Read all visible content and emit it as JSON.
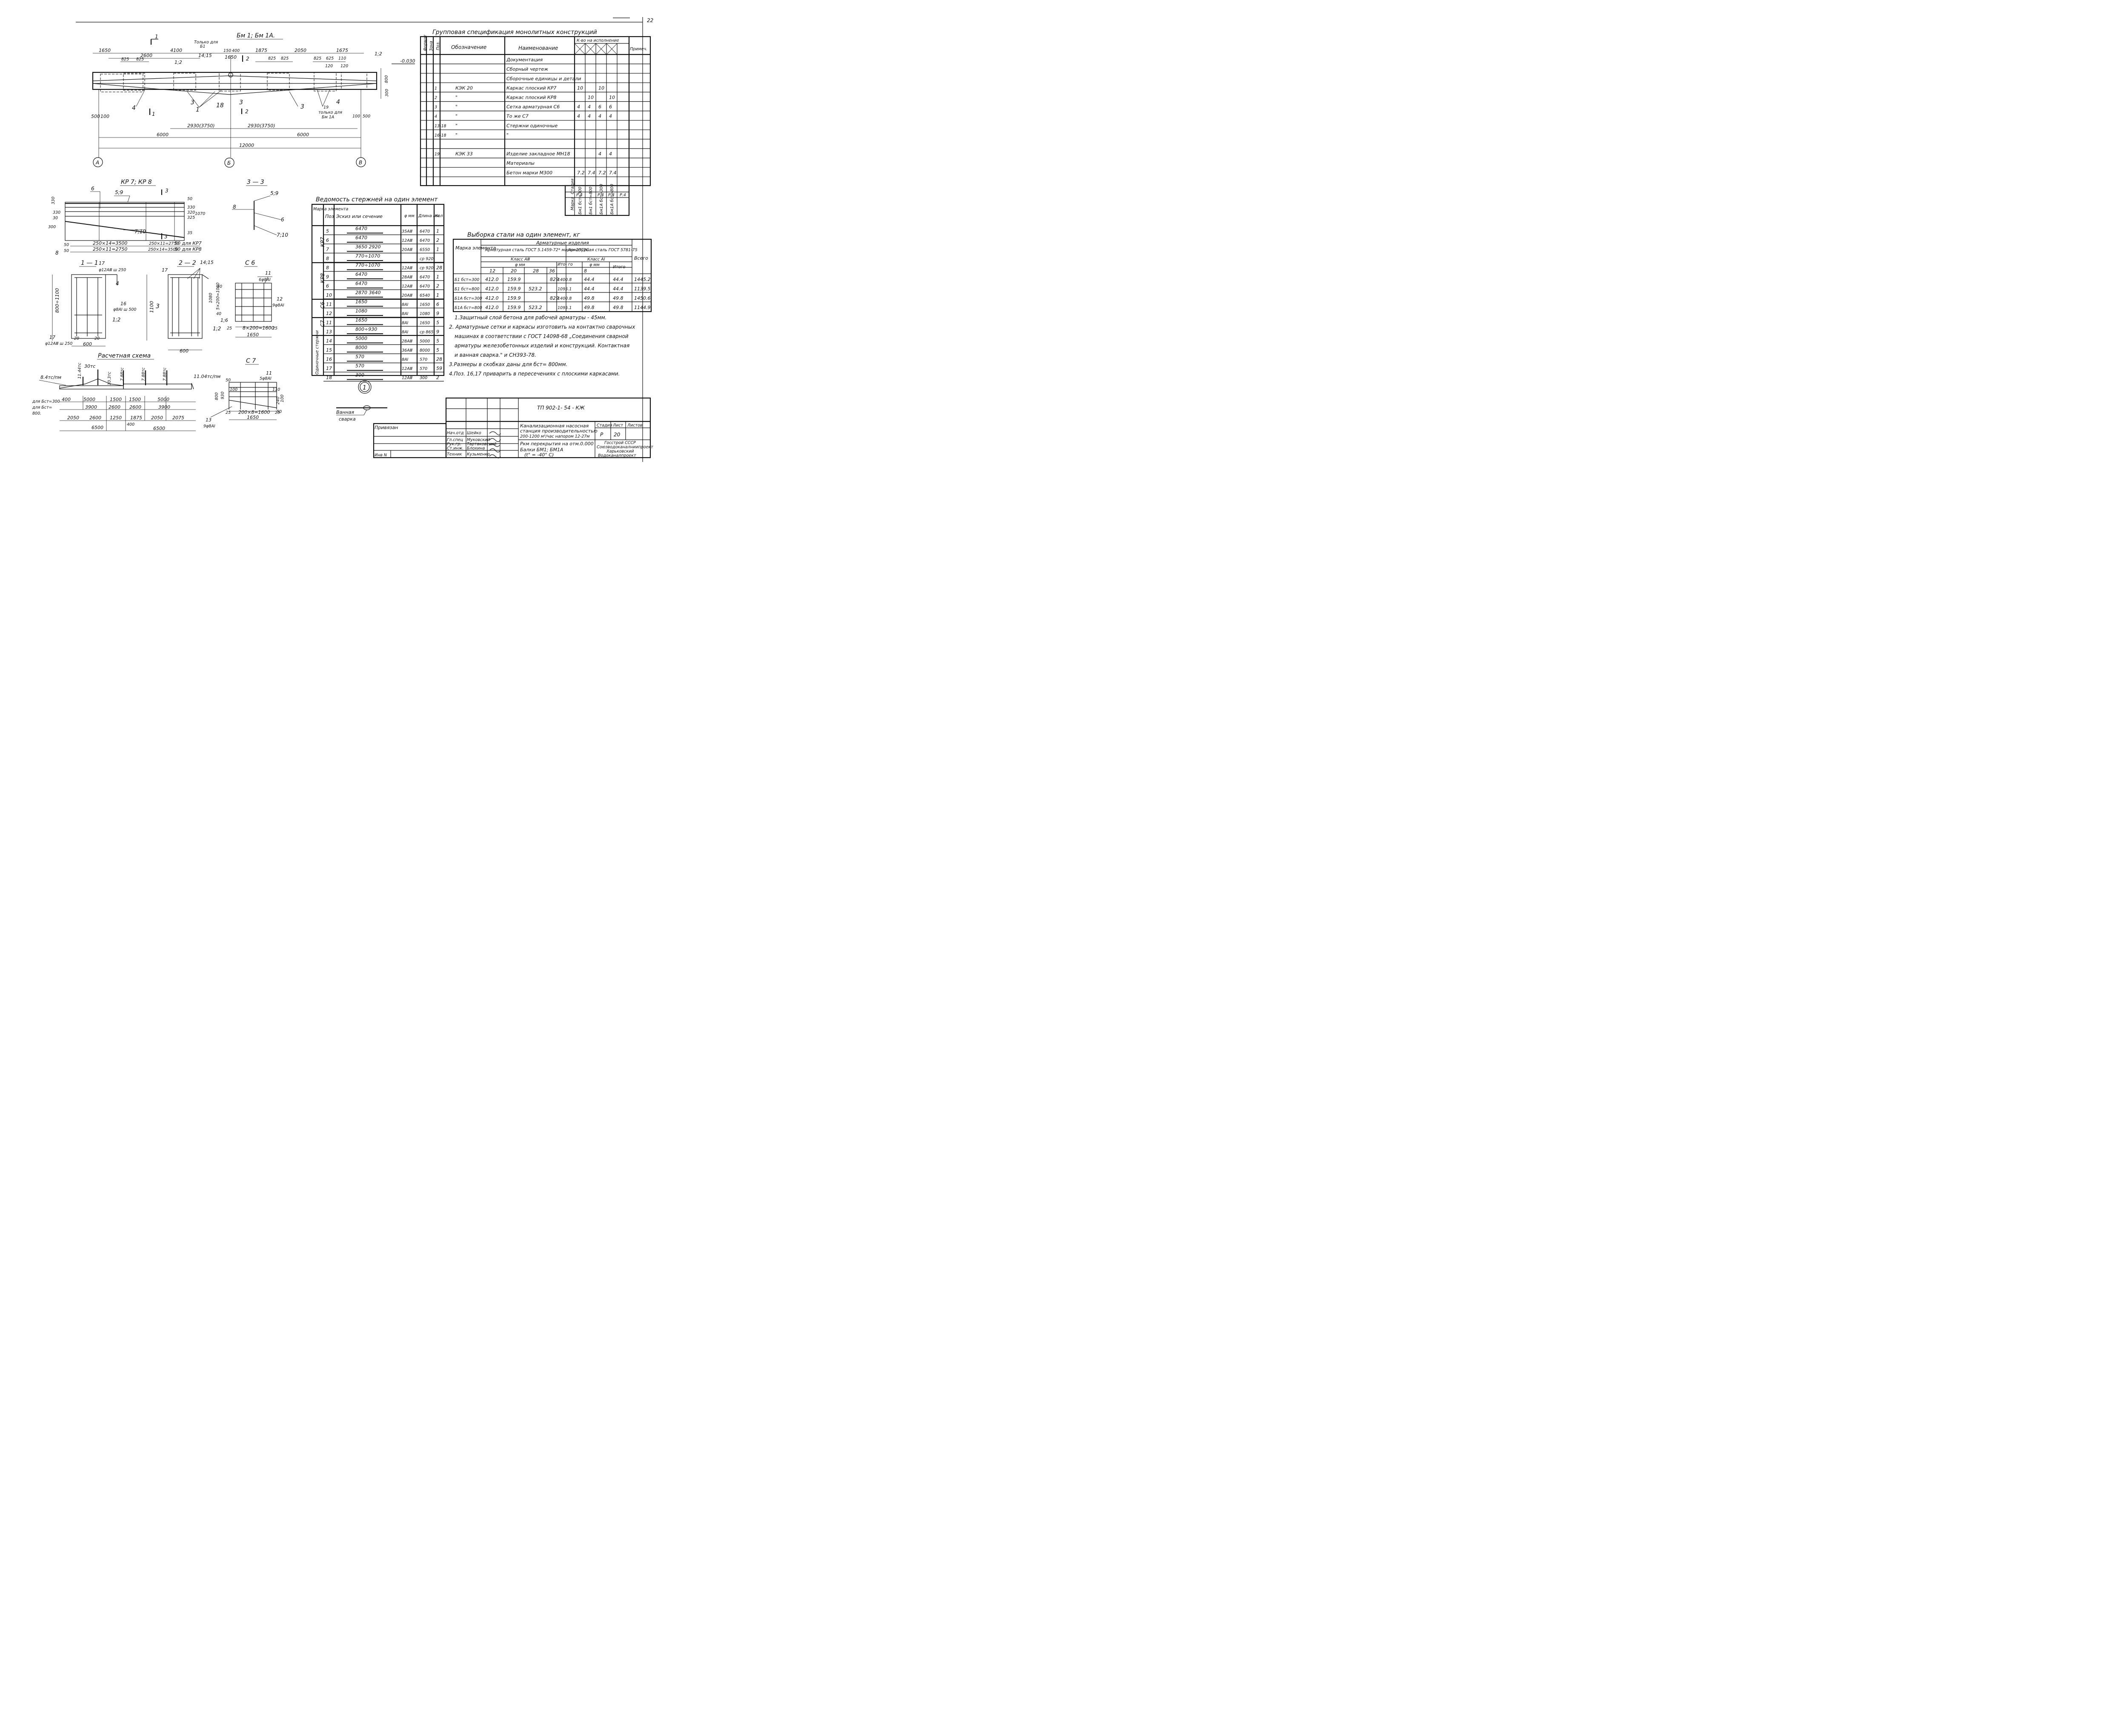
{
  "page": {
    "number": "22",
    "corner_mark": "—"
  },
  "beam": {
    "title": "Бм 1; Бм 1А.",
    "section_mark": "1",
    "dims_top": [
      "1650",
      "4100",
      "2600",
      "825",
      "825",
      "150",
      "400",
      "1650",
      "1875",
      "2050",
      "1675",
      "825",
      "825",
      "825",
      "625",
      "110",
      "120",
      "120"
    ],
    "note_only": "Только для",
    "note_only2": "Б1",
    "mark_1415": "14;15",
    "mark_12a": "1;2",
    "mark_12b": "1;2",
    "mark_2": "2",
    "level": "-0.030",
    "height_800": "800",
    "height_300": "300",
    "parts": [
      "4",
      "3",
      "1",
      "18",
      "3",
      "3",
      "19",
      "4"
    ],
    "note_for_bm1a": "только для",
    "note_for_bm1a2": "Бм 1А",
    "dims_lower": [
      "500",
      "100",
      "2930(3750)",
      "2930(3750)",
      "6000",
      "6000",
      "12000",
      "100",
      "500"
    ],
    "axes": [
      "А",
      "Б",
      "В"
    ]
  },
  "kr": {
    "title": "КР 7; КР 8",
    "marks": [
      "6",
      "5;9",
      "3",
      "3",
      "7;10",
      "8"
    ],
    "dims": [
      "330",
      "325",
      "50",
      "330",
      "320",
      "325",
      "1070",
      "35",
      "300",
      "330",
      "30",
      "50",
      "50"
    ],
    "dims_bottom": [
      "250×14=3500",
      "250×11=2750",
      "50 для КР7",
      "250×11=2750",
      "250×14=3500",
      "50 для КР8"
    ]
  },
  "sec33": {
    "title": "3 — 3",
    "marks": [
      "5;9",
      "8",
      "6",
      "7;10"
    ]
  },
  "sec11": {
    "title": "1 — 1",
    "marks": [
      "17",
      "φ12АⅢ ш 250",
      "4",
      "16",
      "φ8АⅠ ш 500",
      "1;2",
      "17",
      "φ12АⅢ ш 250"
    ],
    "dims": [
      "800÷1100",
      "20",
      "20",
      "600"
    ]
  },
  "sec22": {
    "title": "2 — 2",
    "marks": [
      "17",
      "14;15",
      "3",
      "1;6",
      "1;2"
    ],
    "dims": [
      "1100",
      "1080",
      "40",
      "5×200=1000",
      "40",
      "600"
    ]
  },
  "c6": {
    "title": "С 6",
    "marks": [
      "11",
      "6φ8АⅠ",
      "12",
      "9φ8АⅠ"
    ],
    "dims": [
      "25",
      "8×200=1600",
      "25",
      "1650"
    ]
  },
  "c7": {
    "title": "С 7",
    "marks": [
      "11",
      "5φ8АⅠ",
      "13",
      "9φ8АⅠ"
    ],
    "dims": [
      "800",
      "930",
      "100",
      "110",
      "240",
      "100",
      "25",
      "200×8=1600",
      "25",
      "1650",
      "50",
      "50"
    ]
  },
  "calc": {
    "title": "Расчетная схема",
    "loads": [
      "8.4тс/пм",
      "11.44тс",
      "30тс",
      "10.3тс",
      "7.88тс",
      "7.88тс",
      "7.88тс",
      "11.04тс/пм"
    ],
    "label1": "для Бст=300",
    "label2": "для Бст=",
    "label3": "800.",
    "row1": [
      "400",
      "5000",
      "1500",
      "1500",
      "5000"
    ],
    "row2": [
      "3900",
      "2600",
      "2600",
      "3900"
    ],
    "row3": [
      "2050",
      "2600",
      "1250",
      "1875",
      "2050",
      "2075"
    ],
    "row4": [
      "6500",
      "400",
      "6500"
    ]
  },
  "weld": {
    "label1": "Ванная",
    "label2": "сварка"
  },
  "circle_mark": "1",
  "spec": {
    "title": "Групповая спецификация монолитных конструкций",
    "h_format": "Формат",
    "h_zone": "Зона",
    "h_pos": "Поз.",
    "h_designation": "Обозначение",
    "h_name": "Наименование",
    "h_qty": "К-во на исполнение",
    "h_note": "Примеч.",
    "rows": [
      {
        "pos": "",
        "des": "",
        "name": "Документация",
        "q": [
          "",
          "",
          "",
          ""
        ]
      },
      {
        "pos": "",
        "des": "",
        "name": "Сборный чертеж",
        "q": [
          "",
          "",
          "",
          ""
        ]
      },
      {
        "pos": "",
        "des": "",
        "name": "Сборочные единицы и детали",
        "q": [
          "",
          "",
          "",
          ""
        ]
      },
      {
        "pos": "1",
        "des": "КЭК 20",
        "name": "Каркас плоский КР7",
        "q": [
          "10",
          "",
          "10",
          ""
        ]
      },
      {
        "pos": "2",
        "des": "\"",
        "name": "Каркас плоский КР8",
        "q": [
          "",
          "10",
          "",
          "10"
        ]
      },
      {
        "pos": "3",
        "des": "\"",
        "name": "Сетка арматурная С6",
        "q": [
          "4",
          "4",
          "6",
          "6"
        ]
      },
      {
        "pos": "4",
        "des": "\"",
        "name": "То же С7",
        "q": [
          "4",
          "4",
          "4",
          "4"
        ]
      },
      {
        "pos": "13-18",
        "des": "\"",
        "name": "Стержни одиночные",
        "q": [
          "",
          "",
          "",
          ""
        ]
      },
      {
        "pos": "16-18",
        "des": "\"",
        "name": "\"",
        "q": [
          "",
          "",
          "",
          ""
        ]
      },
      {
        "pos": "",
        "des": "",
        "name": "",
        "q": [
          "",
          "",
          "",
          ""
        ]
      },
      {
        "pos": "19",
        "des": "КЭК 33",
        "name": "Изделие закладное МН18",
        "q": [
          "",
          "",
          "4",
          "4"
        ]
      },
      {
        "pos": "",
        "des": "",
        "name": "Материалы",
        "q": [
          "",
          "",
          "",
          ""
        ]
      },
      {
        "pos": "",
        "des": "",
        "name": "Бетон марки М300",
        "q": [
          "7.2",
          "7.4",
          "7.2",
          "7.4"
        ]
      }
    ],
    "stage_label": "Стадия",
    "stages": [
      "Р.4",
      "Р.4",
      "Р.4",
      "Р.4"
    ],
    "mark_label": "Марка",
    "marks": [
      "Бм1 бст=300",
      "Бм1 бст=800",
      "Бм1А бст=300",
      "Бм1А бст=800"
    ]
  },
  "bars": {
    "title": "Ведомость стержней на один элемент",
    "h_mark": "Марка элемента",
    "h_pos": "Поз",
    "h_sketch": "Эскиз или сечение",
    "h_dia": "φ мм",
    "h_len": "Длина мм",
    "h_qty": "Кол",
    "groups": [
      "КР7",
      "КР8",
      "С6",
      "С7",
      "Одиночные стержни"
    ],
    "rows": [
      {
        "pos": "5",
        "sketch": "6470",
        "dia": "35АⅢ",
        "len": "6470",
        "qty": "1"
      },
      {
        "pos": "6",
        "sketch": "6470",
        "dia": "12АⅢ",
        "len": "6470",
        "qty": "2"
      },
      {
        "pos": "7",
        "sketch": "3650 2920",
        "dia": "20АⅢ",
        "len": "6550",
        "qty": "1"
      },
      {
        "pos": "8",
        "sketch": "770÷1070",
        "dia": "",
        "len": "ср 920",
        "qty": ""
      },
      {
        "pos": "8",
        "sketch": "770÷1070",
        "dia": "12АⅢ",
        "len": "ср 920",
        "qty": "28"
      },
      {
        "pos": "9",
        "sketch": "6470",
        "dia": "28АⅢ",
        "len": "6470",
        "qty": "1"
      },
      {
        "pos": "6",
        "sketch": "6470",
        "dia": "12АⅢ",
        "len": "6470",
        "qty": "2"
      },
      {
        "pos": "10",
        "sketch": "2870 3640",
        "dia": "20АⅢ",
        "len": "6540",
        "qty": "1"
      },
      {
        "pos": "11",
        "sketch": "1650",
        "dia": "8АⅠ",
        "len": "1650",
        "qty": "6"
      },
      {
        "pos": "12",
        "sketch": "1080",
        "dia": "8АⅠ",
        "len": "1080",
        "qty": "9"
      },
      {
        "pos": "11",
        "sketch": "1650",
        "dia": "8АⅠ",
        "len": "1650",
        "qty": "5"
      },
      {
        "pos": "13",
        "sketch": "800÷930",
        "dia": "8АⅠ",
        "len": "ср 865",
        "qty": "9"
      },
      {
        "pos": "14",
        "sketch": "5000",
        "dia": "28АⅢ",
        "len": "5000",
        "qty": "5"
      },
      {
        "pos": "15",
        "sketch": "8000",
        "dia": "36АⅢ",
        "len": "8000",
        "qty": "5"
      },
      {
        "pos": "16",
        "sketch": "570",
        "dia": "8АⅠ",
        "len": "570",
        "qty": "28"
      },
      {
        "pos": "17",
        "sketch": "570",
        "dia": "12АⅢ",
        "len": "570",
        "qty": "59"
      },
      {
        "pos": "18",
        "sketch": "300",
        "dia": "12АⅢ",
        "len": "300",
        "qty": "2"
      }
    ]
  },
  "steel": {
    "title": "Выборка стали на один элемент, кг",
    "h_items": "Арматурные изделия",
    "h_mark": "Марка элемента",
    "h_steel1": "Арматурная сталь ГОСТ 5.1459-72* марки 25Г2С",
    "h_class1": "Класс АⅢ",
    "h_dia1": "φ мм",
    "h_steel2": "Арматурная сталь ГОСТ 5781-75",
    "h_class2": "Класс АⅠ",
    "h_dia2": "φ мм",
    "h_total": "Всего",
    "h_itogo": "Итого",
    "h_itogo1": "Ито- го",
    "cols": [
      "12",
      "20",
      "28",
      "36",
      "",
      "8",
      ""
    ],
    "rows": [
      {
        "mark": "Б1 бст=300",
        "v": [
          "412.0",
          "159.9",
          "",
          "829",
          "1400.8",
          "44.4",
          "44.4"
        ],
        "total": "1445.2"
      },
      {
        "mark": "Б1 бст=800",
        "v": [
          "412.0",
          "159.9",
          "523.2",
          "",
          "1095.1",
          "44.4",
          "44.4"
        ],
        "total": "1139.5"
      },
      {
        "mark": "Б1А бст=300",
        "v": [
          "412.0",
          "159.9",
          "",
          "829",
          "1400.8",
          "49.8",
          "49.8"
        ],
        "total": "1450.6"
      },
      {
        "mark": "Б1А бст=800",
        "v": [
          "412.0",
          "159.9",
          "523.2",
          "",
          "1095.1",
          "49.8",
          "49.8"
        ],
        "total": "1144.9"
      }
    ]
  },
  "notes": [
    "1.Защитный слой бетона для рабочей арматуры - 45мм.",
    "2. Арматурные сетки и каркасы изготовить на контактно сварочных",
    "машинах в соответствии с ГОСТ 14098-68 „Соединения сварной",
    "арматуры железобетонных изделий и конструкций. Контактная",
    "и ванная сварка.\" и СН393-78.",
    "3.Размеры в скобках даны для бст= 800мм.",
    "4.Поз. 16,17 приварить в пересечениях с плоскими каркасами."
  ],
  "stamp": {
    "code": "ТП 902-1- 54 - КЖ",
    "bound": "Привязан",
    "inv": "Инв N",
    "roles": [
      "Нач.отд",
      "Гл.спец",
      "Рук.гр.",
      "Ст.инж.",
      "Техник"
    ],
    "names": [
      "Шейко",
      "Муковский",
      "Тартаковский",
      "Блохина",
      "Кузьменко"
    ],
    "project1": "Канализационная насосная",
    "project2": "станция производительностью",
    "project3": "200-1200 м³/час напором 12-27м",
    "sheet1": "Ркм перекрытия на отм.0.000",
    "sheet2": "Балки БМ1; БМ1А",
    "sheet3": "(t° = -40° С)",
    "stage_h": "Стадия",
    "sheet_h": "Лист",
    "sheets_h": "Листов",
    "stage": "Р",
    "sheet": "20",
    "org1": "Госстрой СССР",
    "org2": "Союзводоканалниипроект",
    "org3": "Харьковский",
    "org4": "Водоканалпроект"
  }
}
